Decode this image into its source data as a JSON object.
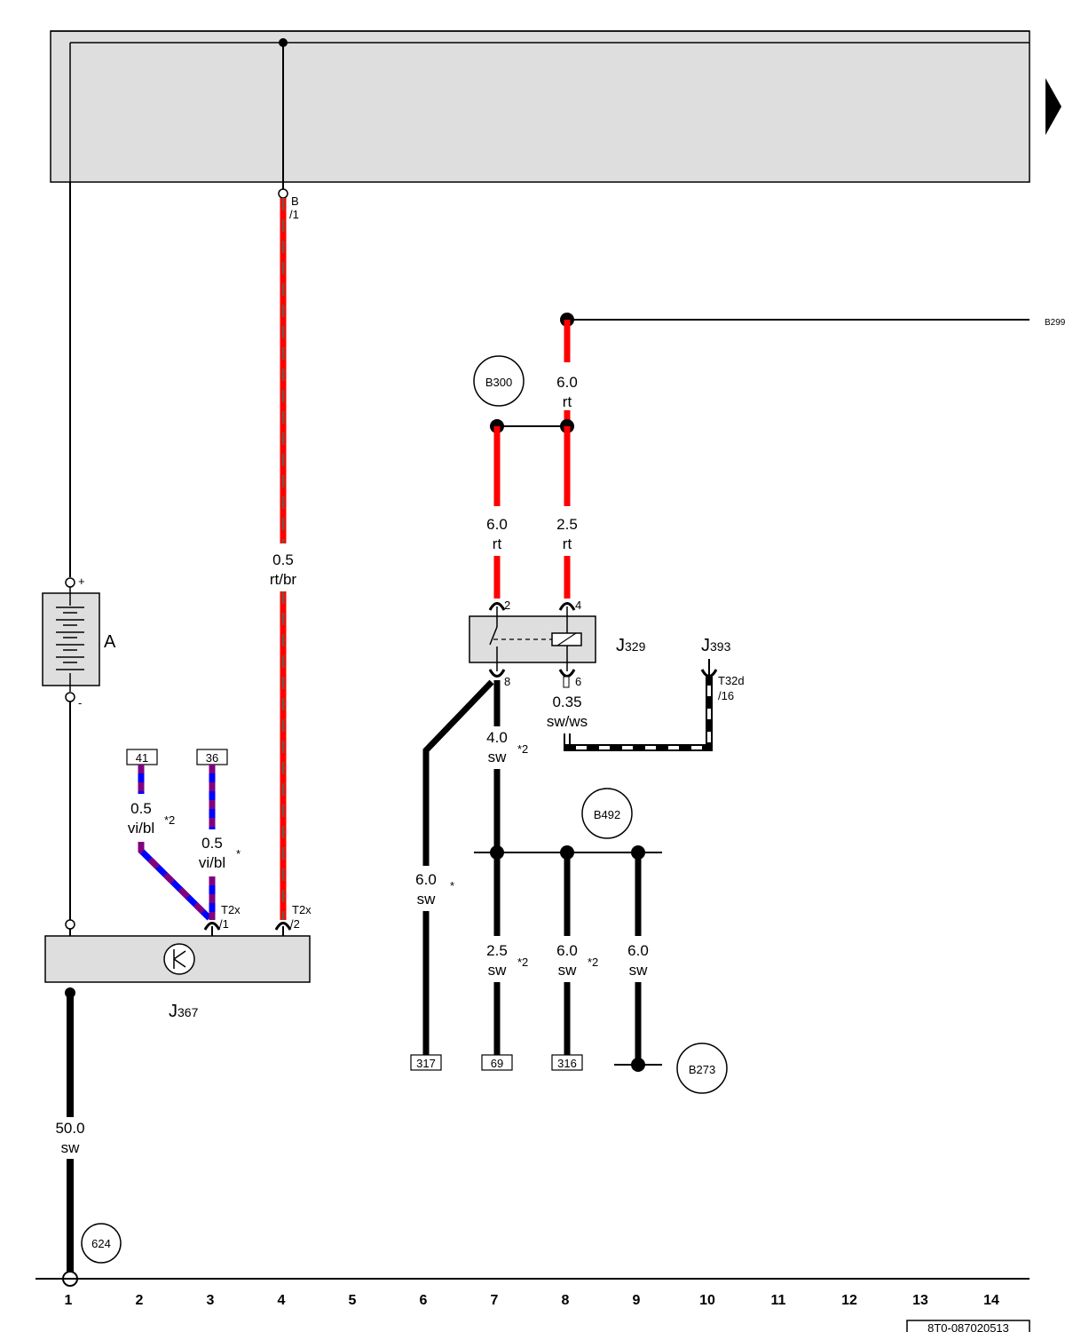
{
  "diagram": {
    "grid_numbers": [
      "1",
      "2",
      "3",
      "4",
      "5",
      "6",
      "7",
      "8",
      "9",
      "10",
      "11",
      "12",
      "13",
      "14"
    ],
    "doc_code": "8T0-087020513",
    "components": {
      "battery": {
        "name": "A",
        "plus": "+",
        "minus": "-"
      },
      "j367": {
        "prefix": "J",
        "number": "367"
      },
      "j329": {
        "prefix": "J",
        "number": "329"
      },
      "j393": {
        "prefix": "J",
        "number": "393"
      }
    },
    "connectors": {
      "b1": {
        "line1": "B",
        "line2": "/1"
      },
      "t2x_1": {
        "line1": "T2x",
        "line2": "/1"
      },
      "t2x_2": {
        "line1": "T2x",
        "line2": "/2"
      },
      "t32d_16": {
        "line1": "T32d",
        "line2": "/16"
      },
      "j329_pin2": "2",
      "j329_pin4": "4",
      "j329_pin8": "8",
      "j329_pin6": "6"
    },
    "ground_refs": {
      "b300": "B300",
      "b492": "B492",
      "b273": "B273",
      "g624": "624",
      "b299": "B299"
    },
    "continuation_boxes": {
      "c41": "41",
      "c36": "36",
      "c317": "317",
      "c69": "69",
      "c316": "316"
    },
    "wires": [
      {
        "id": "w-05-rtbr",
        "size": "0.5",
        "color": "rt/br"
      },
      {
        "id": "w-60-rt-top",
        "size": "6.0",
        "color": "rt"
      },
      {
        "id": "w-60-rt-left",
        "size": "6.0",
        "color": "rt"
      },
      {
        "id": "w-25-rt",
        "size": "2.5",
        "color": "rt"
      },
      {
        "id": "w-40-sw",
        "size": "4.0",
        "color": "sw",
        "note": "*2"
      },
      {
        "id": "w-035-swws",
        "size": "0.35",
        "color": "sw/ws"
      },
      {
        "id": "w-05-vibl-left",
        "size": "0.5",
        "color": "vi/bl",
        "note": "*2"
      },
      {
        "id": "w-05-vibl-right",
        "size": "0.5",
        "color": "vi/bl",
        "note": "*"
      },
      {
        "id": "w-60-sw-6",
        "size": "6.0",
        "color": "sw",
        "note": "*"
      },
      {
        "id": "w-25-sw-7",
        "size": "2.5",
        "color": "sw",
        "note": "*2"
      },
      {
        "id": "w-60-sw-8",
        "size": "6.0",
        "color": "sw",
        "note": "*2"
      },
      {
        "id": "w-60-sw-9",
        "size": "6.0",
        "color": "sw"
      },
      {
        "id": "w-500-sw",
        "size": "50.0",
        "color": "sw"
      }
    ],
    "colors": {
      "red": "#ff0000",
      "brown": "#8b4a3c",
      "violet": "#800080",
      "blue": "#0000ff",
      "black": "#000000",
      "panel": "#dedede"
    }
  }
}
